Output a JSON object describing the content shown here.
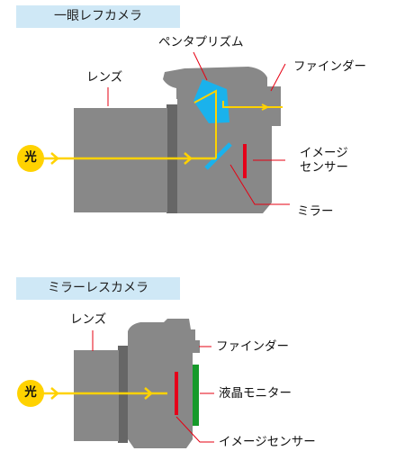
{
  "sections": {
    "slr": {
      "title": "一眼レフカメラ",
      "labels": {
        "pentaprism": "ペンタプリズム",
        "lens": "レンズ",
        "finder": "ファインダー",
        "sensor_line1": "イメージ",
        "sensor_line2": "センサー",
        "mirror": "ミラー",
        "light": "光"
      }
    },
    "mirrorless": {
      "title": "ミラーレスカメラ",
      "labels": {
        "lens": "レンズ",
        "finder": "ファインダー",
        "monitor": "液晶モニター",
        "sensor": "イメージセンサー",
        "light": "光"
      }
    }
  },
  "colors": {
    "section_bg": "#cfe8f6",
    "body": "#888888",
    "body_dark": "#666666",
    "light_ray": "#ffd200",
    "prism": "#1ab2ec",
    "sensor": "#e6001a",
    "monitor": "#169a2a",
    "leader": "#e60012"
  }
}
